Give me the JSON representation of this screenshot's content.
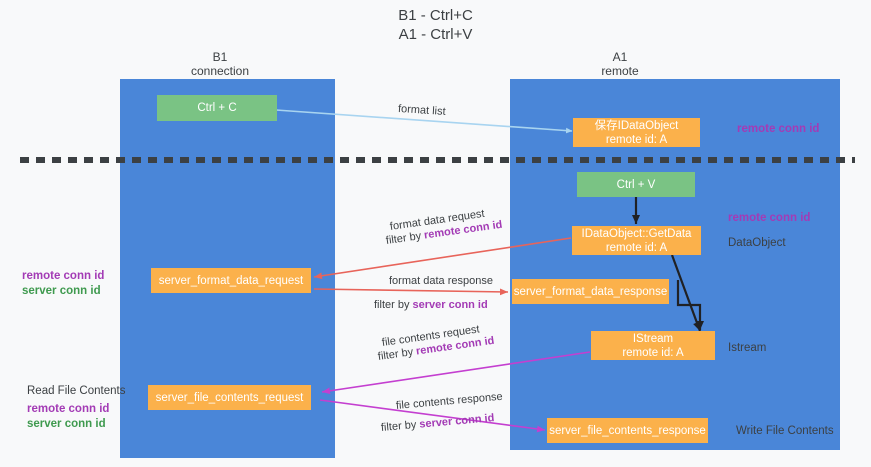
{
  "title": {
    "line1": "B1 - Ctrl+C",
    "line2": "A1 - Ctrl+V"
  },
  "columns": [
    {
      "name": "B1",
      "sub": "connection"
    },
    {
      "name": "A1",
      "sub": "remote"
    }
  ],
  "nodes": {
    "ctrl_c": {
      "label": "Ctrl + C"
    },
    "save_dataobject": {
      "label": "保存IDataObject",
      "sub": "remote id: A"
    },
    "ctrl_v": {
      "label": "Ctrl + V"
    },
    "getdata": {
      "label": "IDataObject::GetData",
      "sub": "remote id: A"
    },
    "server_format_data_request": {
      "label": "server_format_data_request"
    },
    "server_format_data_response": {
      "label": "server_format_data_response"
    },
    "istream": {
      "label": "IStream",
      "sub": "remote id: A"
    },
    "server_file_contents_request": {
      "label": "server_file_contents_request"
    },
    "server_file_contents_response": {
      "label": "server_file_contents_response"
    }
  },
  "annotations": {
    "remote_conn_id_top": "remote conn id",
    "remote_conn_id_mid": "remote conn id",
    "dataobject": "DataObject",
    "istream_label": "Istream",
    "write_file_contents": "Write File Contents",
    "read_file_contents": "Read File Contents",
    "left_remote_conn_id_1": "remote conn id",
    "left_server_conn_id_1": "server conn id",
    "left_remote_conn_id_2": "remote conn id",
    "left_server_conn_id_2": "server conn id"
  },
  "edges": {
    "format_list": "format list",
    "format_data_request": "format data request",
    "format_data_request_filter_prefix": "filter by ",
    "format_data_request_filter_value": "remote conn id",
    "format_data_response": "format data response",
    "format_data_response_filter_prefix": "filter by ",
    "format_data_response_filter_value": "server conn id",
    "file_contents_request": "file contents request",
    "file_contents_request_filter_prefix": "filter by ",
    "file_contents_request_filter_value": "remote conn id",
    "file_contents_response": "file contents response",
    "file_contents_response_filter_prefix": "filter by ",
    "file_contents_response_filter_value": "server conn id"
  },
  "colors": {
    "panel_blue": "#4a86d8",
    "node_green": "#7ac384",
    "node_orange": "#fbb14b",
    "accent_purple": "#a33bb5",
    "accent_green": "#3f9a4f",
    "edge_red": "#e8645a",
    "edge_magenta": "#c43fd0",
    "edge_lightblue": "#a8d4f0",
    "edge_black": "#202124",
    "background": "#f8f9fa"
  }
}
